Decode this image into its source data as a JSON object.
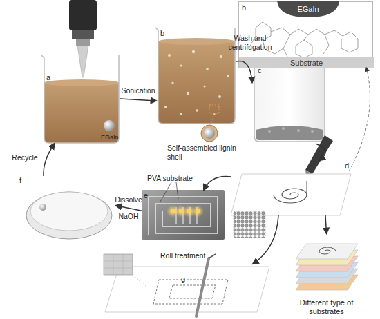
{
  "diagram": {
    "nodes": [
      {
        "text": [
          "h"
        ]
      },
      {
        "text": [
          "EGaIn"
        ],
        "in": 0
      },
      {
        "text": [
          "Substrate"
        ],
        "in": 0
      },
      {
        "text": [
          "a"
        ]
      },
      {
        "text": [
          "b"
        ]
      },
      {
        "text": [
          "c"
        ]
      },
      {
        "text": [
          "d"
        ]
      },
      {
        "text": [
          "e"
        ]
      },
      {
        "text": [
          "f"
        ]
      },
      {
        "text": [
          "g"
        ]
      },
      {
        "text": [
          "Different type of substrates"
        ]
      }
    ],
    "edges": [
      {
        "from": 3,
        "to": 4,
        "arrow": "to",
        "label": "Sonication"
      },
      {
        "from": 4,
        "to": 5,
        "arrow": "to",
        "label": "Wash and centrifugation"
      },
      {
        "from": 5,
        "to": 6,
        "arrow": "to"
      },
      {
        "from": 6,
        "to": 7,
        "arrow": "to"
      },
      {
        "from": 7,
        "to": 8,
        "arrow": "to",
        "label": "Dissolve NaOH"
      },
      {
        "from": 8,
        "to": 3,
        "arrow": "to",
        "label": "Recycle"
      },
      {
        "from": 6,
        "to": 9,
        "arrow": "to"
      },
      {
        "from": 6,
        "to": 10,
        "arrow": "to"
      },
      {
        "from": 6,
        "to": 0,
        "arrow": "to"
      }
    ],
    "labels": [
      "EGaIn",
      "Self-assembled lignin shell",
      "PVA substrate",
      "Roll treatment"
    ]
  }
}
